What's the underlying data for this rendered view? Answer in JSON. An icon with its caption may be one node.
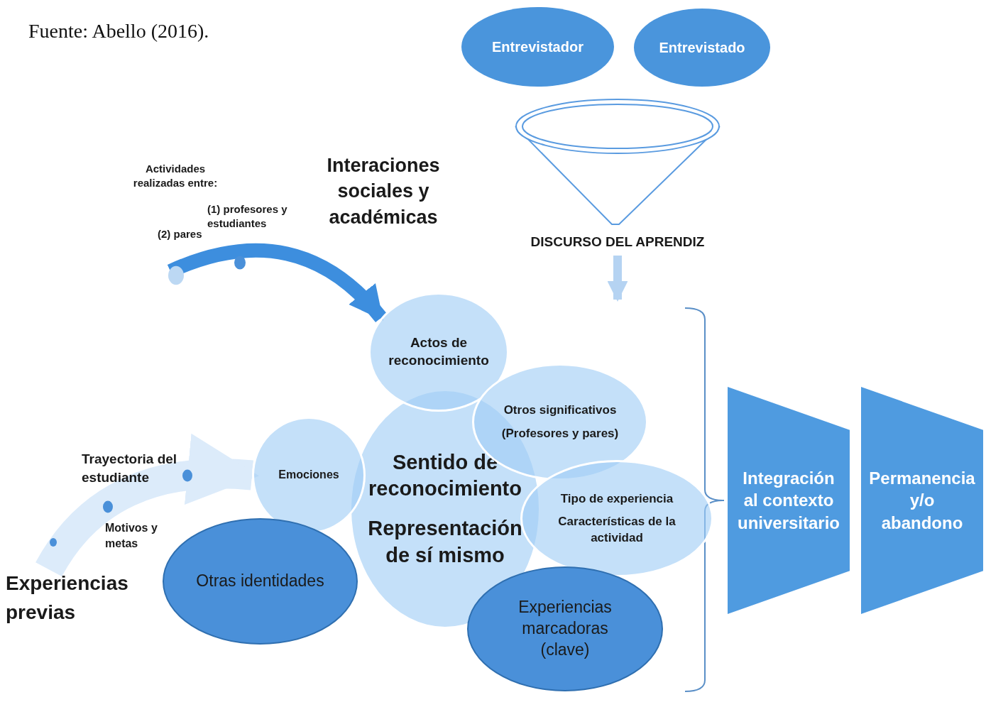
{
  "diagram": {
    "caption": "Fuente: Abello (2016).",
    "nodes": [
      {
        "text": [
          "Entrevistador"
        ]
      },
      {
        "text": [
          "Entrevistado"
        ]
      },
      {
        "text": [
          "DISCURSO DEL APRENDIZ"
        ]
      },
      {
        "text": [
          "Actos de reconocimiento"
        ]
      },
      {
        "text": [
          "Otros significativos",
          "(Profesores y pares)"
        ]
      },
      {
        "text": [
          "Emociones"
        ]
      },
      {
        "text": [
          "Sentido de reconocimiento",
          "Representación de sí mismo"
        ]
      },
      {
        "text": [
          "Tipo de experiencia",
          "Características de la actividad"
        ]
      },
      {
        "text": [
          "Otras identidades"
        ]
      },
      {
        "text": [
          "Experiencias marcadoras (clave)"
        ]
      },
      {
        "text": [
          "Integración al contexto universitario"
        ]
      },
      {
        "text": [
          "Permanencia y/o abandono"
        ]
      },
      {
        "text": [
          "Experiencias previas"
        ]
      }
    ],
    "edges": [
      {
        "from": null,
        "to": 3,
        "arrow": "to",
        "color": "#3d8ede"
      },
      {
        "from": 2,
        "to": null,
        "arrow": "to",
        "color": "#b5d3f2"
      },
      {
        "from": 12,
        "to": 5,
        "arrow": "to",
        "style": "thick",
        "color": "#dcebfa"
      }
    ],
    "labels": [
      "Actividades realizadas entre:",
      "(1) profesores y estudiantes",
      "(2) pares",
      "Interaciones sociales y académicas",
      "Trayectoria del estudiante",
      "Motivos y metas"
    ]
  }
}
